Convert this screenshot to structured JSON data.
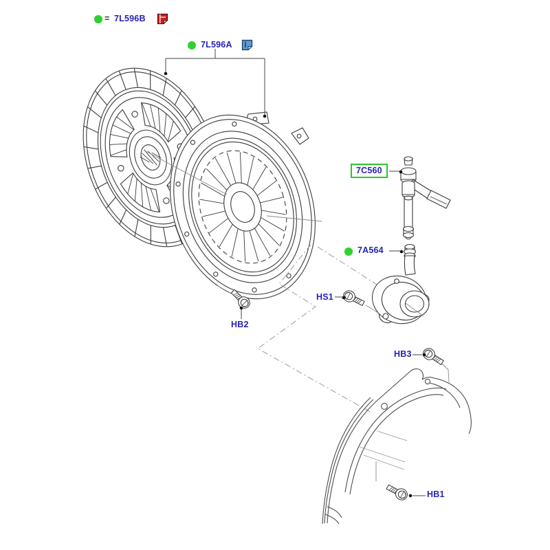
{
  "legend": {
    "equals": "=",
    "code": "7L596B",
    "icon": "red-note-icon"
  },
  "kit": {
    "code": "7L596A",
    "icon": "blue-note-icon"
  },
  "parts": {
    "valve": "7C560",
    "bearing": "7A564",
    "hs1": "HS1",
    "hb2": "HB2",
    "hb3": "HB3",
    "hb1": "HB1"
  },
  "markers": {
    "included_marker": "green-dot"
  },
  "colors": {
    "label_blue": "#2323b4",
    "marker_green": "#2ed12e",
    "highlight_box_green": "#2bc52b",
    "line_art": "#3a3a3a",
    "icon_red": "#cf1f1f",
    "icon_blue": "#5b9bd5"
  }
}
